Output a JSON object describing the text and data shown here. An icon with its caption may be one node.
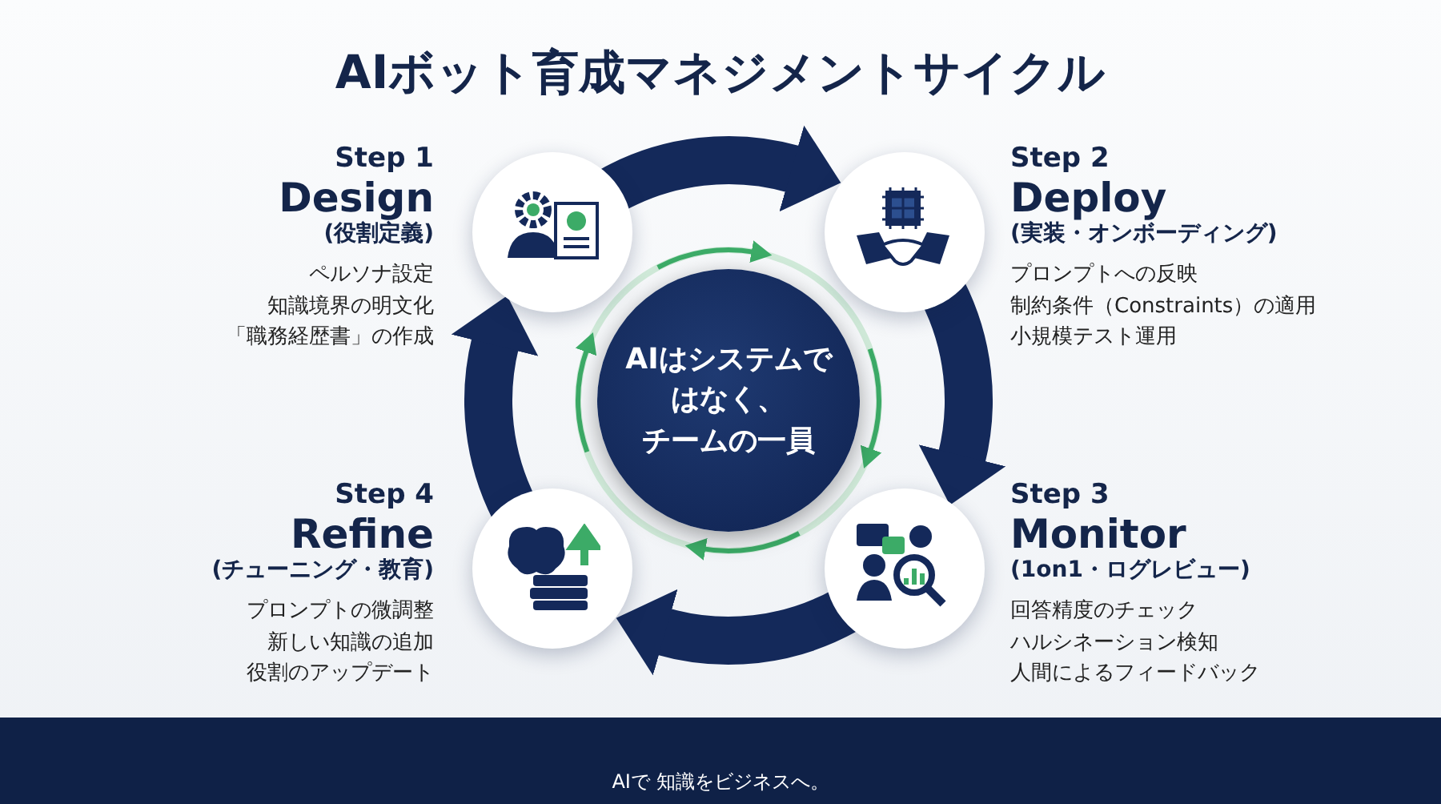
{
  "diagram": {
    "title": "AIボット育成マネジメントサイクル",
    "nodes": [
      {
        "text": [
          "Step 1",
          "Design",
          "(役割定義)",
          "ペルソナ設定",
          "知識境界の明文化",
          "「職務経歴書」の作成"
        ]
      },
      {
        "text": [
          "Step 2",
          "Deploy",
          "(実装・オンボーディング)",
          "プロンプトへの反映",
          "制約条件（Constraints）の適用",
          "小規模テスト運用"
        ]
      },
      {
        "text": [
          "Step 3",
          "Monitor",
          "(1on1・ログレビュー)",
          "回答精度のチェック",
          "ハルシネーション検知",
          "人間によるフィードバック"
        ]
      },
      {
        "text": [
          "Step 4",
          "Refine",
          "(チューニング・教育)",
          "プロンプトの微調整",
          "新しい知識の追加",
          "役割のアップデート"
        ]
      },
      {
        "text": [
          "AIはシステムではなく、チームの一員"
        ]
      }
    ],
    "edges": [
      {
        "from": 0,
        "to": 1,
        "arrow": "to"
      },
      {
        "from": 1,
        "to": 2,
        "arrow": "to"
      },
      {
        "from": 2,
        "to": 3,
        "arrow": "to"
      },
      {
        "from": 3,
        "to": 0,
        "arrow": "to"
      }
    ],
    "labels": [
      "AIで 知識をビジネスへ。"
    ]
  }
}
